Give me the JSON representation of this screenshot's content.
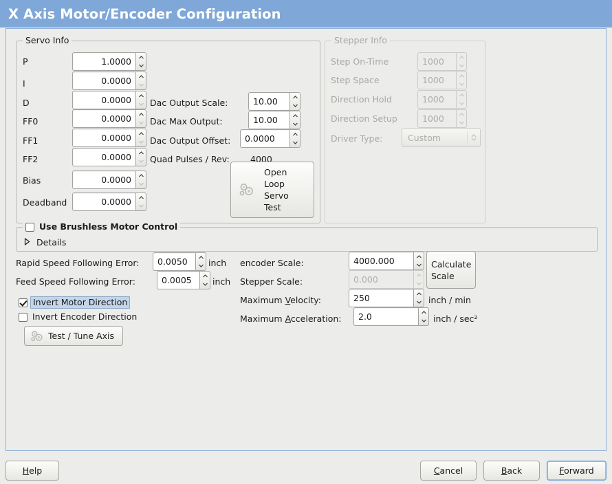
{
  "window": {
    "title": "X Axis Motor/Encoder Configuration",
    "title_bar_color": "#7fa7d8",
    "background_color": "#ececea",
    "panel_border_color": "#8fb0d8"
  },
  "servo_info": {
    "legend": "Servo Info",
    "rows": [
      {
        "label": "P",
        "value": "1.0000",
        "down_disabled": false
      },
      {
        "label": "I",
        "value": "0.0000",
        "down_disabled": true
      },
      {
        "label": "D",
        "value": "0.0000",
        "down_disabled": true
      },
      {
        "label": "FF0",
        "value": "0.0000",
        "down_disabled": true
      },
      {
        "label": "FF1",
        "value": "0.0000",
        "down_disabled": true
      },
      {
        "label": "FF2",
        "value": "0.0000",
        "down_disabled": true
      },
      {
        "label": "Bias",
        "value": "0.0000",
        "down_disabled": false
      },
      {
        "label": "Deadband",
        "value": "0.0000",
        "down_disabled": true
      }
    ],
    "dac": [
      {
        "label": "Dac Output Scale:",
        "value": "10.00"
      },
      {
        "label": "Dac Max Output:",
        "value": "10.00"
      },
      {
        "label": "Dac Output Offset:",
        "value": "0.0000"
      }
    ],
    "quad_pulses_label": "Quad Pulses / Rev:",
    "quad_pulses_value": "4000",
    "open_loop_button": "Open\nLoop\nServo\nTest",
    "open_loop_lines": [
      "Open",
      "Loop",
      "Servo",
      "Test"
    ]
  },
  "stepper_info": {
    "legend": "Stepper Info",
    "disabled": true,
    "rows": [
      {
        "label": "Step On-Time",
        "value": "1000"
      },
      {
        "label": "Step Space",
        "value": "1000"
      },
      {
        "label": "Direction Hold",
        "value": "1000"
      },
      {
        "label": "Direction Setup",
        "value": "1000"
      }
    ],
    "driver_type_label": "Driver Type:",
    "driver_type_value": "Custom"
  },
  "brushless": {
    "checkbox_label": "Use Brushless Motor Control",
    "checked": false,
    "details_label": "Details",
    "details_expanded": false
  },
  "following_errors": [
    {
      "label": "Rapid Speed Following Error:",
      "value": "0.0050",
      "unit": "inch"
    },
    {
      "label": "Feed Speed Following Error:",
      "value": "0.0005",
      "unit": "inch"
    }
  ],
  "direction": {
    "invert_motor_label": "Invert Motor Direction",
    "invert_motor_checked": true,
    "invert_motor_focused": true,
    "invert_encoder_label": "Invert Encoder Direction",
    "invert_encoder_checked": false
  },
  "test_tune_button": "Test / Tune Axis",
  "scales": {
    "encoder_scale_label": "encoder Scale:",
    "encoder_scale_value": "4000.000",
    "stepper_scale_label": "Stepper Scale:",
    "stepper_scale_value": "0.000",
    "stepper_scale_disabled": true,
    "calculate_button_lines": [
      "Calculate",
      "Scale"
    ],
    "max_velocity_label_pre": "Maximum ",
    "max_velocity_label_mnemonic": "V",
    "max_velocity_label_post": "elocity:",
    "max_velocity_value": "250",
    "max_velocity_unit": "inch / min",
    "max_accel_label_pre": "Maximum ",
    "max_accel_label_mnemonic": "A",
    "max_accel_label_post": "cceleration:",
    "max_accel_value": "2.0",
    "max_accel_unit": "inch / sec²"
  },
  "actions": {
    "help": {
      "mnemonic": "H",
      "rest": "elp"
    },
    "cancel": {
      "pre": "",
      "mnemonic": "C",
      "rest": "ancel"
    },
    "back": {
      "pre": "",
      "mnemonic": "B",
      "rest": "ack"
    },
    "forward": {
      "pre": "",
      "mnemonic": "F",
      "rest": "orward",
      "focused": true
    }
  }
}
